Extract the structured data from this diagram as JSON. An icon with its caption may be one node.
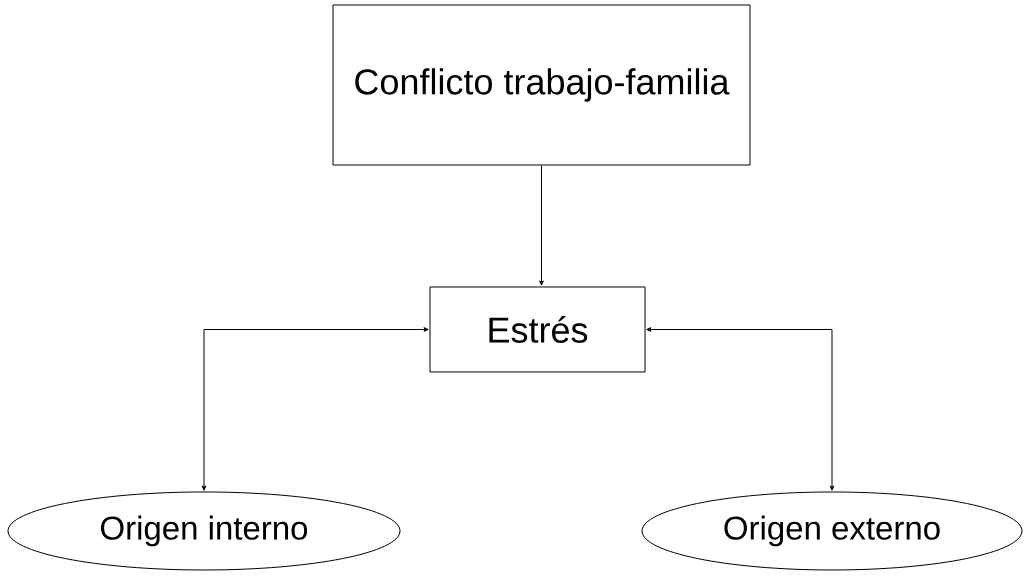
{
  "diagram": {
    "nodes": [
      {
        "text": [
          "Conflicto trabajo-familia"
        ]
      },
      {
        "text": [
          "Estrés"
        ]
      },
      {
        "text": [
          "Origen interno"
        ]
      },
      {
        "text": [
          "Origen externo"
        ]
      }
    ],
    "edges": [
      {
        "from": 0,
        "to": 1,
        "arrow": "to"
      },
      {
        "from": 1,
        "to": 2,
        "arrow": "both"
      },
      {
        "from": 1,
        "to": 3,
        "arrow": "both"
      }
    ]
  }
}
